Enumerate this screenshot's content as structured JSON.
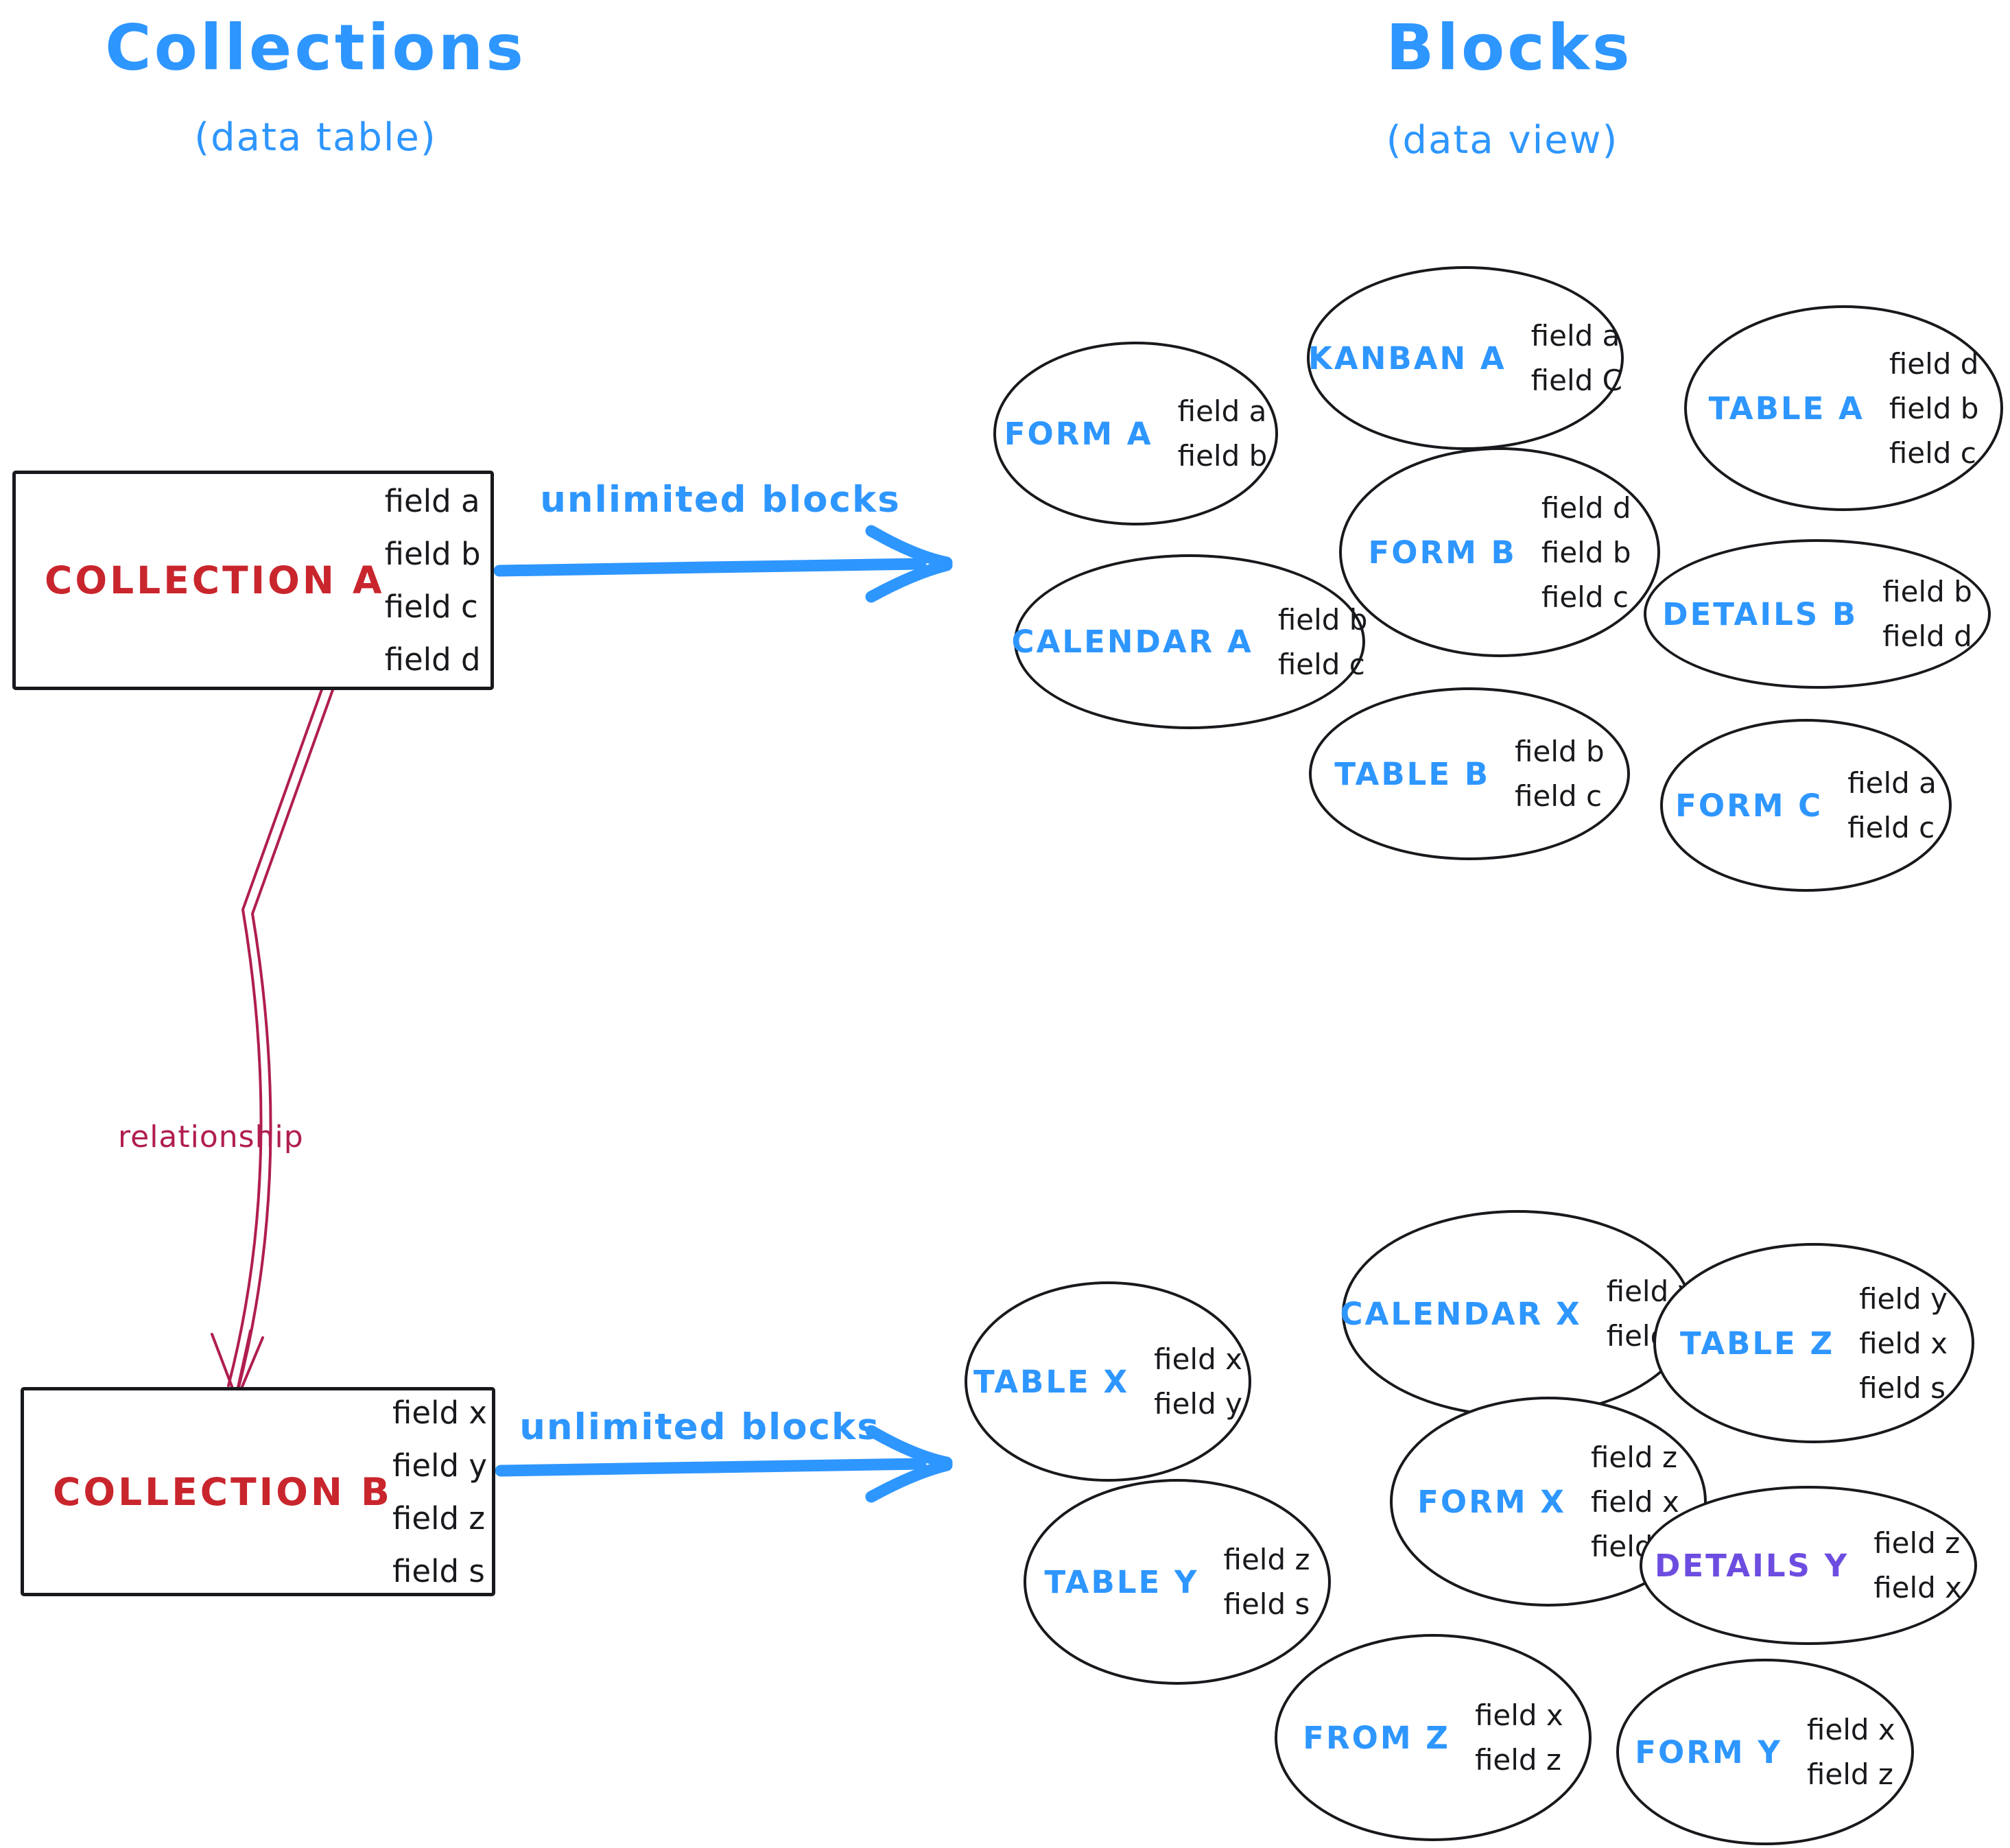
{
  "colors": {
    "blue": "#2e96ff",
    "red": "#c9252d",
    "crimson": "#b01e4e",
    "purple": "#6d4de0",
    "ink": "#17191c"
  },
  "left_column": {
    "title": "Collections",
    "subtitle": "(data table)"
  },
  "right_column": {
    "title": "Blocks",
    "subtitle": "(data view)"
  },
  "collection_a": {
    "name": "COLLECTION A",
    "fields": [
      "field a",
      "field b",
      "field c",
      "field d"
    ]
  },
  "collection_b": {
    "name": "COLLECTION B",
    "fields": [
      "field x",
      "field y",
      "field z",
      "field s"
    ]
  },
  "arrow_top": {
    "label": "unlimited blocks"
  },
  "arrow_bottom": {
    "label": "unlimited blocks"
  },
  "relationship": {
    "label": "relationship"
  },
  "blocks": [
    {
      "name": "FORM A",
      "fields": [
        "field a",
        "field b"
      ]
    },
    {
      "name": "KANBAN A",
      "fields": [
        "field a",
        "field C"
      ]
    },
    {
      "name": "TABLE A",
      "fields": [
        "field d",
        "field b",
        "field c"
      ]
    },
    {
      "name": "CALENDAR A",
      "fields": [
        "field b",
        "field c"
      ]
    },
    {
      "name": "FORM B",
      "fields": [
        "field d",
        "field b",
        "field c"
      ]
    },
    {
      "name": "DETAILS B",
      "fields": [
        "field b",
        "field d"
      ]
    },
    {
      "name": "TABLE B",
      "fields": [
        "field b",
        "field c"
      ]
    },
    {
      "name": "FORM C",
      "fields": [
        "field a",
        "field c"
      ]
    },
    {
      "name": "TABLE X",
      "fields": [
        "field x",
        "field y"
      ]
    },
    {
      "name": "CALENDAR X",
      "fields": [
        "field y",
        "field x"
      ]
    },
    {
      "name": "TABLE Z",
      "fields": [
        "field y",
        "field x",
        "field s"
      ]
    },
    {
      "name": "TABLE Y",
      "fields": [
        "field z",
        "field s"
      ]
    },
    {
      "name": "FORM X",
      "fields": [
        "field z",
        "field x",
        "field y"
      ]
    },
    {
      "name": "DETAILS Y",
      "fields": [
        "field z",
        "field x"
      ]
    },
    {
      "name": "FROM Z",
      "fields": [
        "field x",
        "field z"
      ]
    },
    {
      "name": "FORM Y",
      "fields": [
        "field x",
        "field z"
      ]
    }
  ]
}
